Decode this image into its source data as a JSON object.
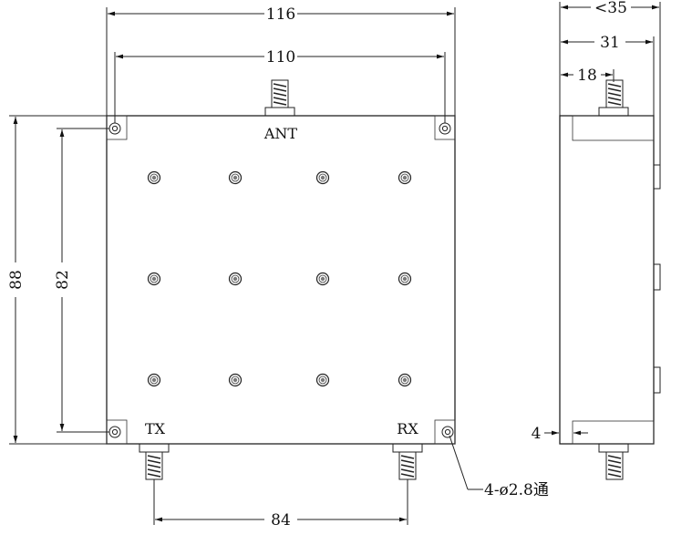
{
  "dimensions": {
    "overall_width": "116",
    "hole_spacing_width": "110",
    "overall_height": "88",
    "hole_spacing_height": "82",
    "connector_spacing": "84",
    "max_depth": "<35",
    "body_depth": "31",
    "connector_offset": "18",
    "flange_thickness": "4"
  },
  "labels": {
    "antenna_port": "ANT",
    "transmit_port": "TX",
    "receive_port": "RX",
    "mounting_holes_note": "4-ø2.8通"
  },
  "colors": {
    "line": "#222222",
    "background": "#ffffff",
    "screw_fill": "#7a7a7a"
  }
}
